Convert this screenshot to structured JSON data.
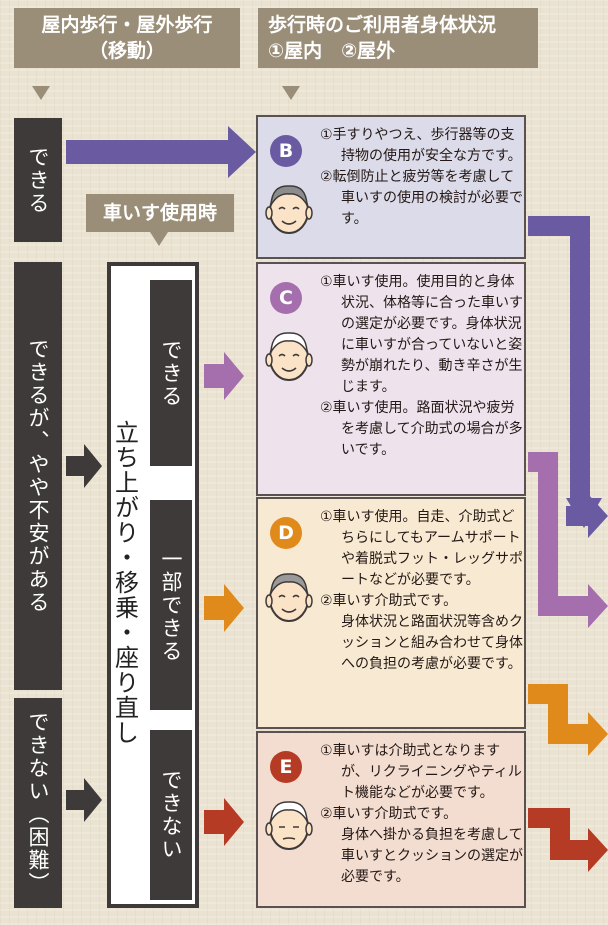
{
  "header_left": {
    "line1": "屋内歩行・屋外歩行",
    "line2": "（移動）"
  },
  "header_right": {
    "line1": "歩行時のご利用者身体状況",
    "line2": "①屋内　②屋外"
  },
  "left_bars": {
    "can": "できる",
    "can_uneasy": "できるが、やや不安がある",
    "cannot": "できない（困難）"
  },
  "wheelchair_label": "車いす使用時",
  "standing_label": "立ち上がり・移乗・座り直し",
  "mid_bars": {
    "can": "できる",
    "partial": "一部できる",
    "cannot": "できない"
  },
  "panels": {
    "B": {
      "letter": "B",
      "p1": "①手すりやつえ、歩行器等の支持物の使用が安全な方です。",
      "p2": "②転倒防止と疲労等を考慮して車いすの使用の検討が必要です。"
    },
    "C": {
      "letter": "C",
      "p1": "①車いす使用。使用目的と身体状況、体格等に合った車いすの選定が必要です。身体状況に車いすが合っていないと姿勢が崩れたり、動き辛さが生じます。",
      "p2": "②車いす使用。路面状況や疲労を考慮して介助式の場合が多いです。"
    },
    "D": {
      "letter": "D",
      "p1": "①車いす使用。自走、介助式どちらにしてもアームサポートや着脱式フット・レッグサポートなどが必要です。",
      "p2a": "②車いす介助式です。",
      "p2b": "身体状況と路面状況等含めクッションと組み合わせて身体への負担の考慮が必要です。"
    },
    "E": {
      "letter": "E",
      "p1": "①車いすは介助式となりますが、リクライニングやティルト機能などが必要です。",
      "p2a": "②車いす介助式です。",
      "p2b": "身体へ掛かる負担を考慮して車いすとクッションの選定が必要です。"
    }
  },
  "colors": {
    "B": "#6a5aa2",
    "C": "#a46fac",
    "D": "#e08a1c",
    "E": "#b63b24",
    "dark": "#3e3a39",
    "label_bg": "#9a8e78"
  }
}
